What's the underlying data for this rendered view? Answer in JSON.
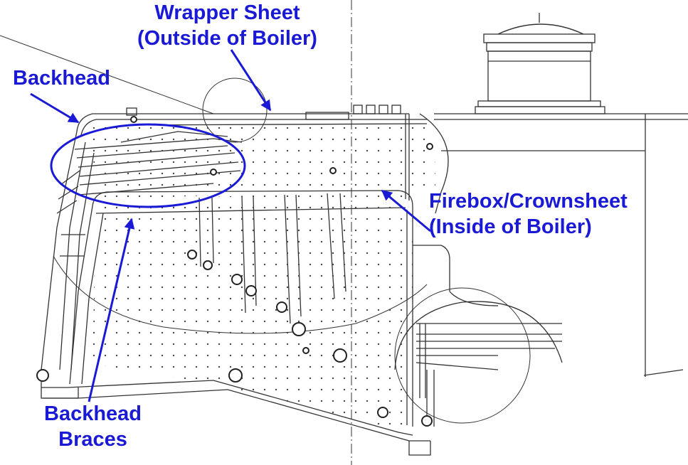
{
  "labels": {
    "backhead": {
      "lines": [
        "Backhead"
      ]
    },
    "wrapper_sheet": {
      "lines": [
        "Wrapper Sheet",
        "(Outside of Boiler)"
      ]
    },
    "firebox": {
      "lines": [
        "Firebox/Crownsheet",
        "(Inside of Boiler)"
      ]
    },
    "backhead_braces": {
      "lines": [
        "Backhead",
        "Braces"
      ]
    }
  },
  "colors": {
    "annotation": "#1a1ad6",
    "line_art": "#333333"
  }
}
